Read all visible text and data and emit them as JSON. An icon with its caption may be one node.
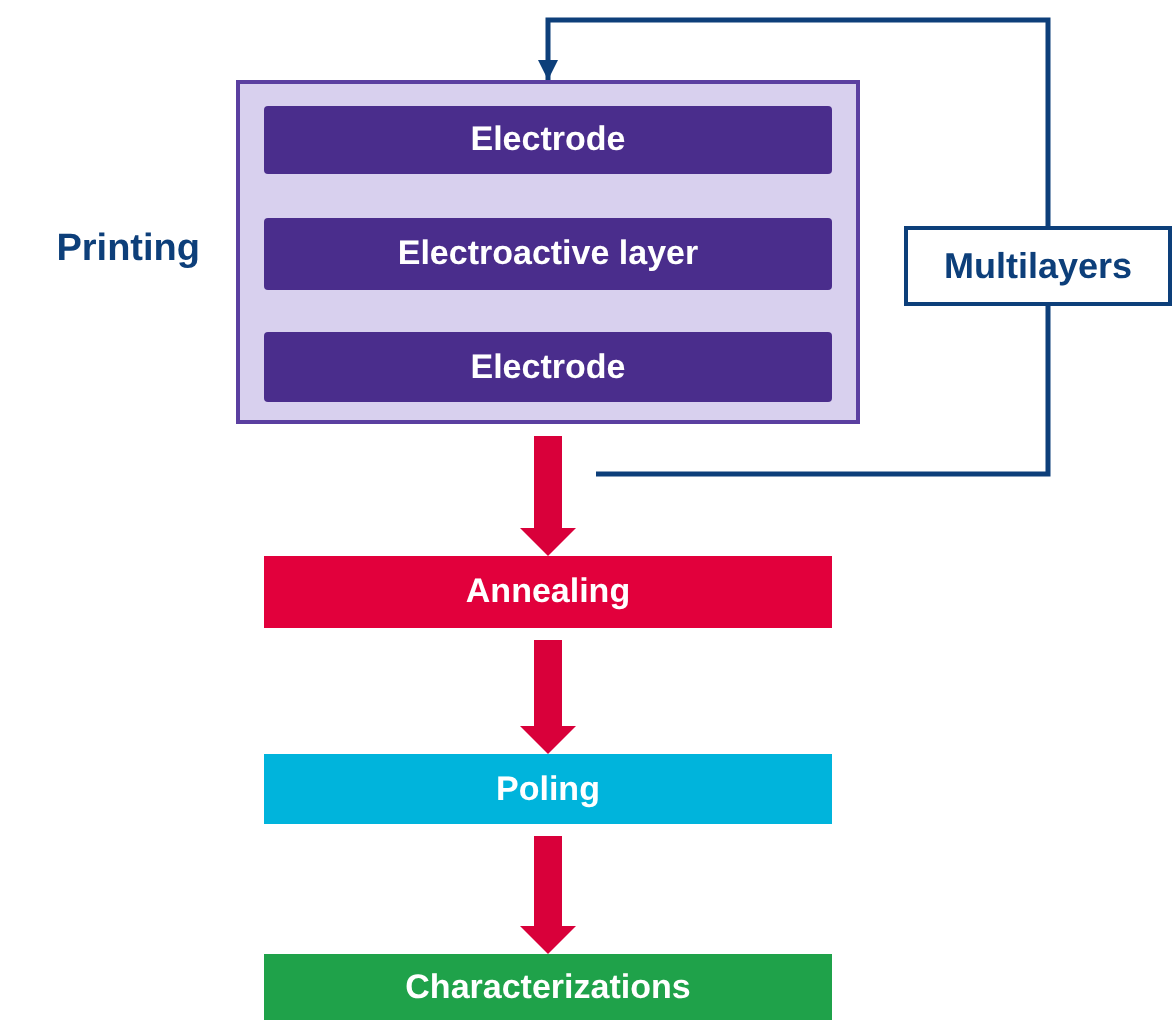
{
  "diagram": {
    "nodes": [
      {
        "text": [],
        "shape": "box",
        "beside": [
          "Printing"
        ]
      },
      {
        "text": [
          "Electrode"
        ],
        "in": 0
      },
      {
        "text": [
          "Electroactive layer"
        ],
        "in": 0
      },
      {
        "text": [
          "Electrode"
        ],
        "in": 0
      },
      {
        "text": [
          "Multilayers"
        ]
      },
      {
        "text": [
          "Annealing"
        ]
      },
      {
        "text": [
          "Poling"
        ]
      },
      {
        "text": [
          "Characterizations"
        ]
      }
    ],
    "edges": [
      {
        "from": 0,
        "to": 5,
        "arrow": "to"
      },
      {
        "from": 5,
        "to": 6,
        "arrow": "to"
      },
      {
        "from": 6,
        "to": 7,
        "arrow": "to"
      },
      {
        "from": null,
        "to": 4,
        "arrow": "none",
        "color": "#0d3f7a"
      },
      {
        "from": 4,
        "to": 0,
        "arrow": "to",
        "color": "#0d3f7a"
      }
    ]
  }
}
